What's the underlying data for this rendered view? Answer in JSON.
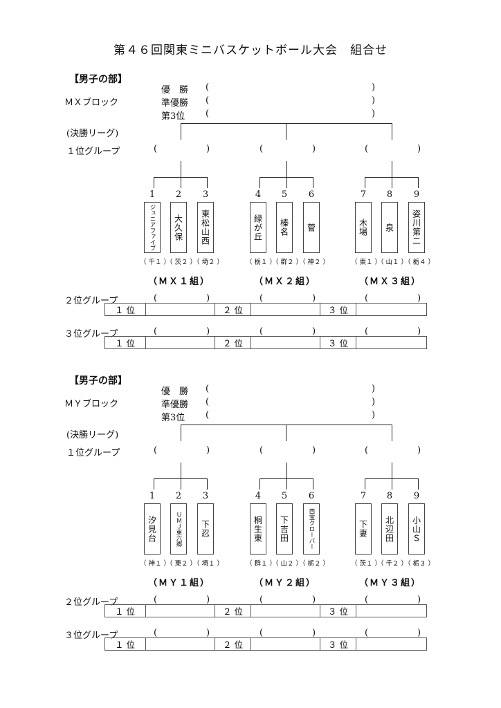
{
  "title": "第４６回関東ミニバスケットボール大会　組合せ",
  "common": {
    "champion": "優　勝",
    "runner_up": "準優勝",
    "third": "第3位",
    "final_league": "(決勝リーグ)",
    "group1": "１位グループ",
    "group2": "２位グループ",
    "group3": "３位グループ",
    "rank1": "１ 位",
    "rank2": "２ 位",
    "rank3": "３ 位",
    "open": "(",
    "close": ")"
  },
  "blocks": [
    {
      "section": "【男子の部】",
      "block_name": "ＭＸブロック",
      "pools": [
        {
          "name": "（ＭＸ１組）",
          "teams": [
            {
              "num": "1",
              "name": "ジュニアファイブ",
              "pref": "（ 千１ ）"
            },
            {
              "num": "2",
              "name": "大久保",
              "pref": "（ 茨２ ）"
            },
            {
              "num": "3",
              "name": "東松山西",
              "pref": "（ 埼２ ）"
            }
          ]
        },
        {
          "name": "（ＭＸ２組）",
          "teams": [
            {
              "num": "4",
              "name": "緑が丘",
              "pref": "（ 栃１ ）"
            },
            {
              "num": "5",
              "name": "榛名",
              "pref": "（ 群２ ）"
            },
            {
              "num": "6",
              "name": "菅",
              "pref": "（ 神２ ）"
            }
          ]
        },
        {
          "name": "（ＭＸ３組）",
          "teams": [
            {
              "num": "7",
              "name": "木場",
              "pref": "（ 東１ ）"
            },
            {
              "num": "8",
              "name": "泉",
              "pref": "（ 山１ ）"
            },
            {
              "num": "9",
              "name": "姿川第二",
              "pref": "（ 栃４ ）"
            }
          ]
        }
      ]
    },
    {
      "section": "【男子の部】",
      "block_name": "ＭＹブロック",
      "pools": [
        {
          "name": "（ＭＹ１組）",
          "teams": [
            {
              "num": "1",
              "name": "汐見台",
              "pref": "（ 神１ ）"
            },
            {
              "num": "2",
              "name": "ＵＭＪ東六郷",
              "pref": "（ 東２ ）"
            },
            {
              "num": "3",
              "name": "下忍",
              "pref": "（ 埼１ ）"
            }
          ]
        },
        {
          "name": "（ＭＹ２組）",
          "teams": [
            {
              "num": "4",
              "name": "桐生東",
              "pref": "（ 群１ ）"
            },
            {
              "num": "5",
              "name": "下吉田",
              "pref": "（ 山２ ）"
            },
            {
              "num": "6",
              "name": "西宝クローバー",
              "pref": "（ 栃２ ）"
            }
          ]
        },
        {
          "name": "（ＭＹ３組）",
          "teams": [
            {
              "num": "7",
              "name": "下妻",
              "pref": "（ 茨１ ）"
            },
            {
              "num": "8",
              "name": "北辺田",
              "pref": "（ 千２ ）"
            },
            {
              "num": "9",
              "name": "小山Ｓ",
              "pref": "（ 栃３ ）"
            }
          ]
        }
      ]
    }
  ]
}
